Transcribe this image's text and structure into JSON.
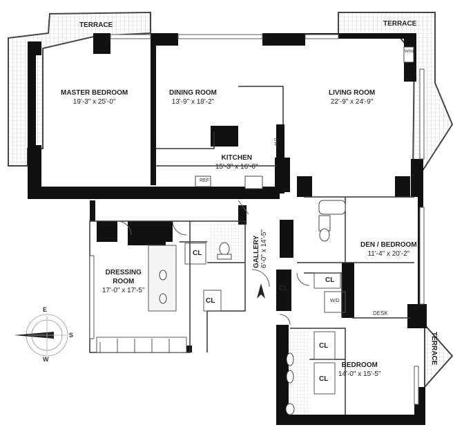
{
  "rooms": {
    "terrace_left": "TERRACE",
    "terrace_right": "TERRACE",
    "terrace_bottom": "TERRACE",
    "master_bedroom": {
      "name": "MASTER BEDROOM",
      "dims": "19'-3\" x 25'-0\""
    },
    "dining_room": {
      "name": "DINING ROOM",
      "dims": "13'-9\" x 18'-2\""
    },
    "living_room": {
      "name": "LIVING ROOM",
      "dims": "22'-9\" x 24'-9\""
    },
    "kitchen": {
      "name": "KITCHEN",
      "dims": "15'-3\" x 16'-6\""
    },
    "gallery": {
      "name": "GALLERY",
      "dims": "6'-0\" x 14'-5\""
    },
    "den_bedroom": {
      "name": "DEN / BEDROOM",
      "dims": "11'-4\" x 20'-2\""
    },
    "dressing_room": {
      "name": "DRESSING",
      "name2": "ROOM",
      "dims": "17'-0\" x 17'-5\""
    },
    "bedroom": {
      "name": "BEDROOM",
      "dims": "14'-0\" x 15'-5\""
    }
  },
  "labels": {
    "cl": "CL",
    "desk": "DESK",
    "wd": "W/D",
    "ref": "REF",
    "dw": "DW",
    "wine": "WINE"
  },
  "compass": {
    "n": "E",
    "e": "S",
    "s": "W"
  }
}
